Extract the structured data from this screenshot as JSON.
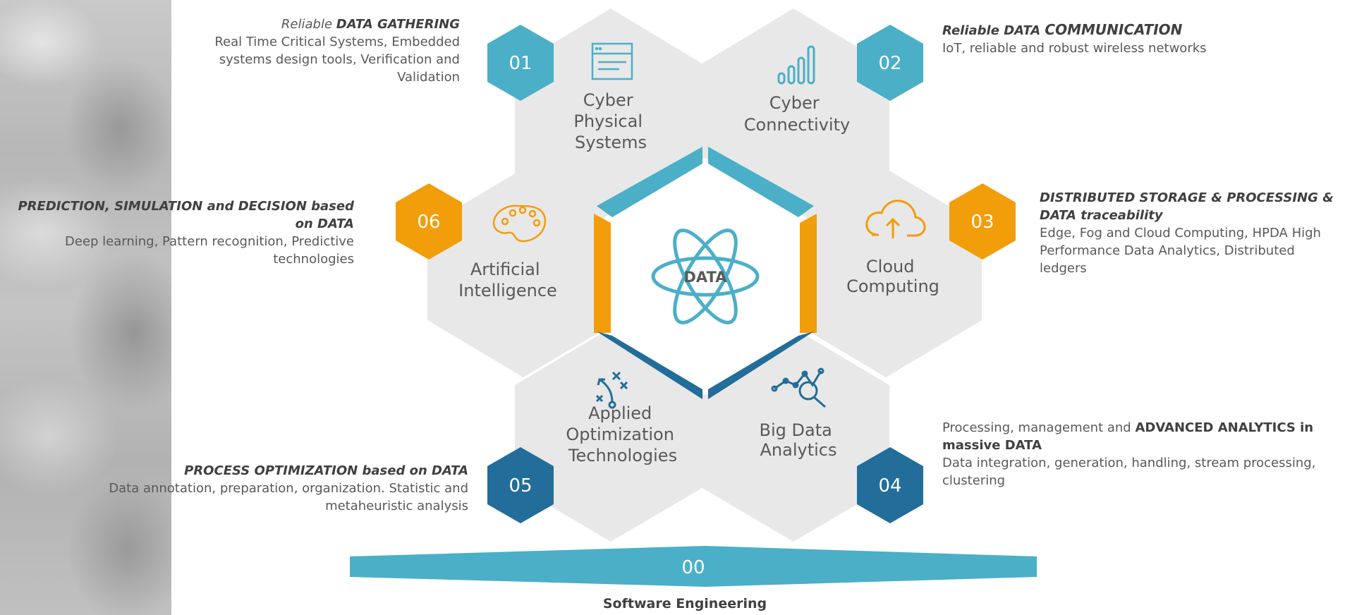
{
  "center_label": "DATA",
  "hexagons": [
    {
      "id": "01",
      "label": [
        "Cyber",
        "Physical",
        "Systems"
      ]
    },
    {
      "id": "02",
      "label": [
        "Cyber",
        "Connectivity"
      ]
    },
    {
      "id": "03",
      "label": [
        "Cloud",
        "Computing"
      ]
    },
    {
      "id": "04",
      "label": [
        "Big Data",
        "Analytics"
      ]
    },
    {
      "id": "05",
      "label": [
        "Applied",
        "Optimization",
        "Technologies"
      ]
    },
    {
      "id": "06",
      "label": [
        "Artificial",
        "Intelligence"
      ]
    }
  ],
  "banner": {
    "number": "00",
    "label": "Software Engineering"
  },
  "descriptions": {
    "d01": {
      "title_prefix": "Reliable ",
      "title_bold": "DATA GATHERING",
      "body": "Real Time Critical Systems, Embedded systems design tools, Verification and Validation"
    },
    "d02": {
      "title_prefix": "Reliable DATA ",
      "title_bold": "COMMUNICATION",
      "body": "IoT, reliable and robust wireless networks"
    },
    "d03": {
      "title": "DISTRIBUTED STORAGE & PROCESSING & DATA traceability",
      "body": "Edge, Fog and Cloud Computing, HPDA High Performance Data Analytics, Distributed ledgers"
    },
    "d04": {
      "intro": "Processing, management and ",
      "intro_bold": "ADVANCED ANALYTICS in massive DATA",
      "body": "Data integration, generation, handling, stream processing, clustering"
    },
    "d05": {
      "title": "PROCESS OPTIMIZATION based on DATA",
      "body": "Data annotation, preparation, organization. Statistic and metaheuristic analysis"
    },
    "d06": {
      "title": "PREDICTION, SIMULATION and DECISION based on DATA",
      "body": "Deep learning, Pattern recognition, Predictive technologies"
    }
  },
  "colors": {
    "teal": "#4bafc8",
    "orange": "#f29d0a",
    "dark_blue": "#226d9a",
    "hex_fill": "#e8e8e8",
    "text": "#595959"
  },
  "icons": [
    "window-icon",
    "signal-bars-icon",
    "cloud-upload-icon",
    "analytics-search-icon",
    "strategy-play-icon",
    "palette-icon",
    "atom-icon"
  ]
}
